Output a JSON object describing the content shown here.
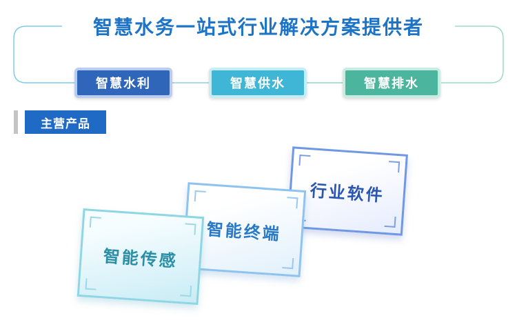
{
  "header": {
    "title": "智慧水务一站式行业解决方案提供者"
  },
  "pills": [
    {
      "label": "智慧水利",
      "color": "#2f66ba"
    },
    {
      "label": "智慧供水",
      "color": "#3fb6d6"
    },
    {
      "label": "智慧排水",
      "color": "#4bb69d"
    }
  ],
  "section": {
    "label": "主营产品"
  },
  "cards": [
    {
      "label": "行业软件"
    },
    {
      "label": "智能终端"
    },
    {
      "label": "智能传感"
    }
  ],
  "colors": {
    "title": "#1d74c6",
    "section_bg": "#1f6ac4",
    "frame_line": "#6fc3ea"
  }
}
